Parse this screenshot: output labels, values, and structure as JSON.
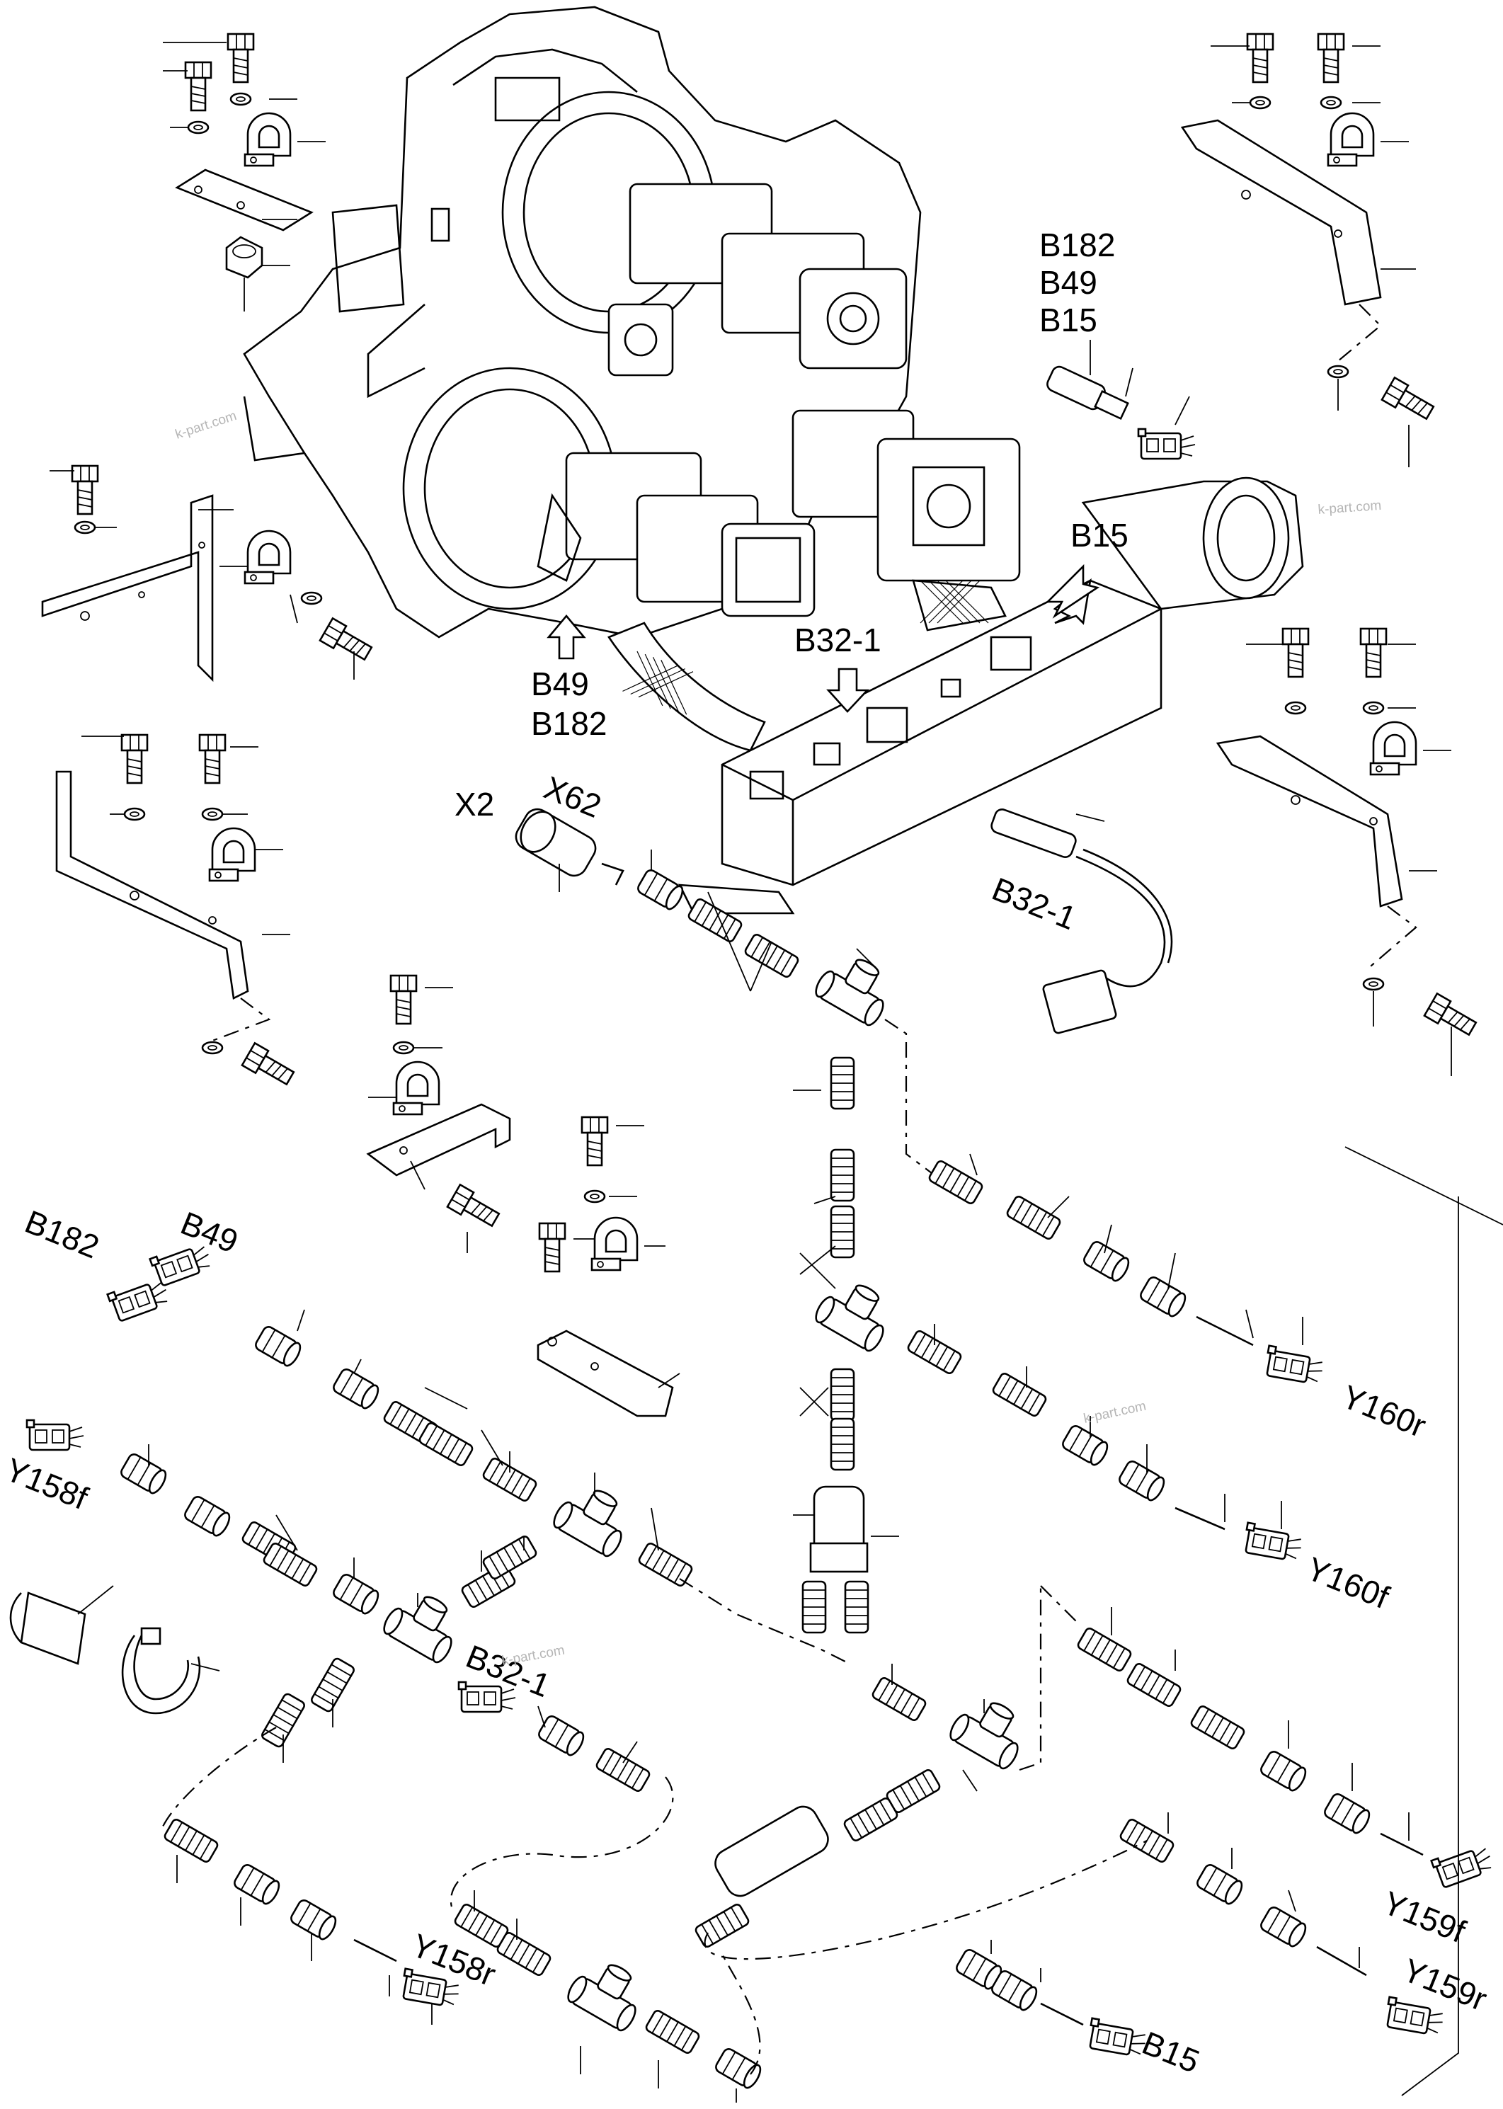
{
  "labels": {
    "b182_top": "B182",
    "b49_top": "B49",
    "b15_top": "B15",
    "b15_arrow": "B15",
    "b32_1_arrow": "B32-1",
    "b49_arrow": "B49",
    "b182_arrow": "B182",
    "x2": "X2",
    "x62": "X62",
    "b32_1_sensor": "B32-1",
    "b182_left": "B182",
    "b49_left": "B49",
    "y158f": "Y158f",
    "b32_1_lower": "B32-1",
    "y158r": "Y158r",
    "y160r": "Y160r",
    "y160f": "Y160f",
    "y159f": "Y159f",
    "y159r": "Y159r",
    "b15_bottom": "B15"
  },
  "watermark": "k-part.com"
}
